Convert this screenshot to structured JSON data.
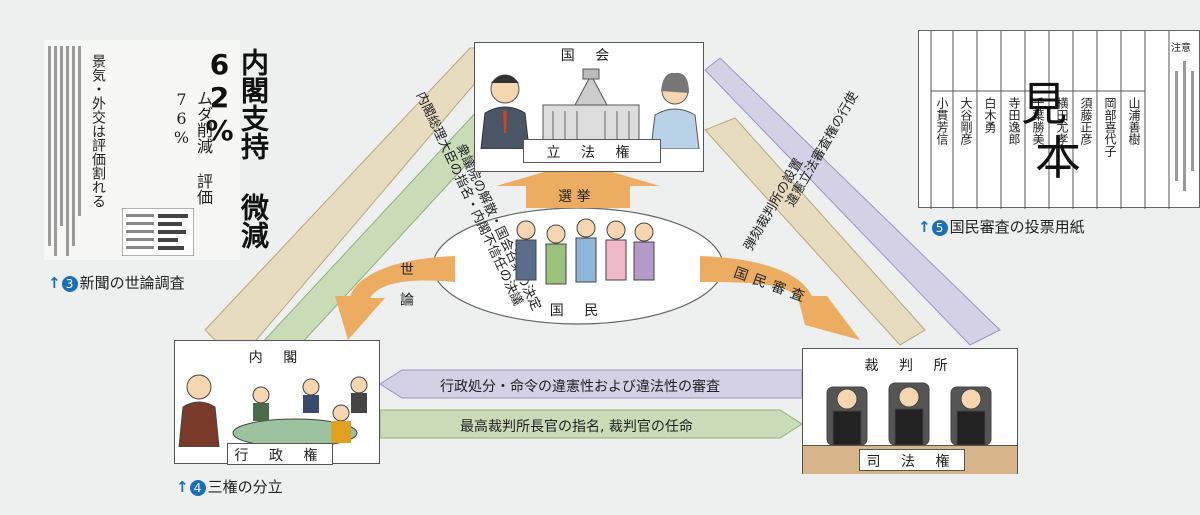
{
  "newspaper": {
    "headline": "内閣支持 微減62%",
    "sub_headline": "ムダ削減 評価76%",
    "column": "景気・外交は評価割れる",
    "caption_number": "3",
    "caption_text": "新聞の世論調査"
  },
  "ballot": {
    "title_char_1": "見",
    "title_char_2": "本",
    "notice": "注意",
    "judges": [
      "小貫芳信",
      "大谷剛彦",
      "白木勇",
      "寺田逸郎",
      "千葉勝美",
      "横田尤孝",
      "須藤正彦",
      "岡部喜代子",
      "山浦善樹"
    ],
    "caption_number": "5",
    "caption_text": "国民審査の投票用紙"
  },
  "diagram": {
    "legislature_header": "国 会",
    "legislature_label": "立 法 権",
    "executive_header": "内 閣",
    "executive_label": "行 政 権",
    "judiciary_header": "裁 判 所",
    "judiciary_label": "司 法 権",
    "people_label": "国 民",
    "election": "選 挙",
    "public_opinion": "世 論",
    "national_review": "国民審査",
    "arrow_diet_to_cabinet": "内閣総理大臣の指名・内閣不信任の決議",
    "arrow_cabinet_to_diet": "衆議院の解散・国会召集の決定",
    "arrow_diet_to_court": "弾劾裁判所の設置",
    "arrow_court_to_diet": "違憲立法審査権の行使",
    "arrow_court_to_cabinet": "行政処分・命令の違憲性および違法性の審査",
    "arrow_cabinet_to_court": "最高裁判所長官の指名, 裁判官の任命",
    "caption_number": "4",
    "caption_text": "三権の分立"
  },
  "colors": {
    "tan_arrow": "#e8dcc0",
    "green_arrow": "#c9dcb7",
    "purple_arrow": "#d4d0e6",
    "orange_arrow": "#ecad63",
    "orange_text": "#c06a10"
  }
}
